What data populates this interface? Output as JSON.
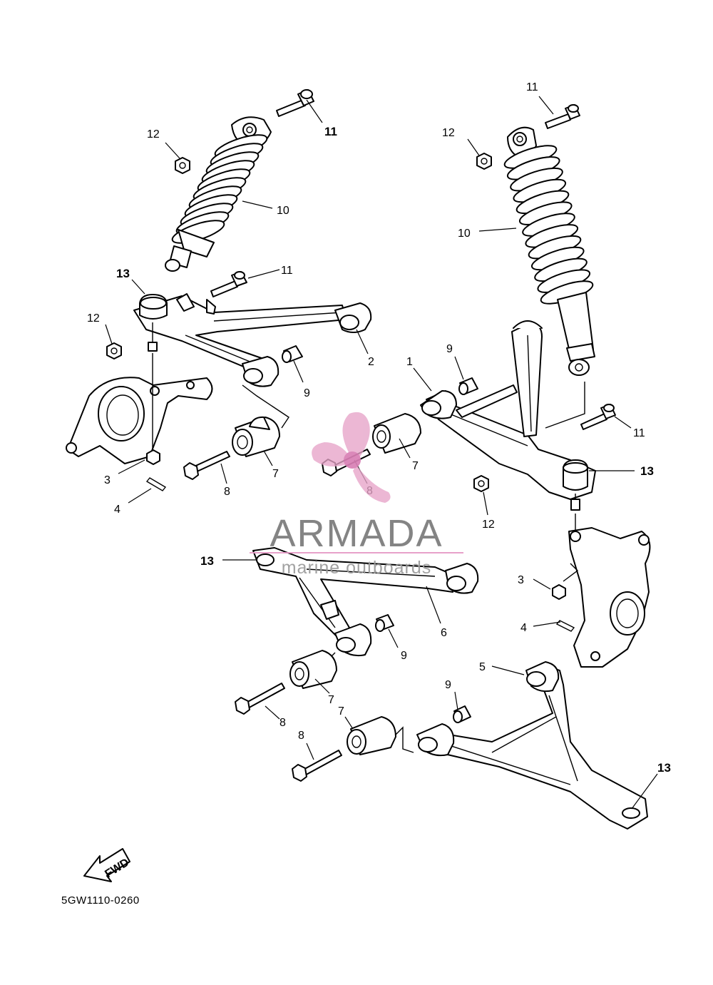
{
  "diagram_code": "5GW1110-0260",
  "fwd_label": "FWD",
  "watermark": {
    "brand": "ARMADA",
    "tagline": "marine outboards",
    "colors": {
      "logo": "#e6a3c8",
      "logo_dark": "#d97fb5",
      "brand_text": "#7a7a7a",
      "tagline_text": "#9a9a9a",
      "line": "#e59ac6"
    }
  },
  "callouts": [
    {
      "id": "c1",
      "text": "1"
    },
    {
      "id": "c2",
      "text": "2"
    },
    {
      "id": "c3a",
      "text": "3"
    },
    {
      "id": "c3b",
      "text": "3"
    },
    {
      "id": "c4a",
      "text": "4"
    },
    {
      "id": "c4b",
      "text": "4"
    },
    {
      "id": "c5",
      "text": "5"
    },
    {
      "id": "c6",
      "text": "6"
    },
    {
      "id": "c7a",
      "text": "7"
    },
    {
      "id": "c7b",
      "text": "7"
    },
    {
      "id": "c7c",
      "text": "7"
    },
    {
      "id": "c7d",
      "text": "7"
    },
    {
      "id": "c8a",
      "text": "8"
    },
    {
      "id": "c8b",
      "text": "8"
    },
    {
      "id": "c8c",
      "text": "8"
    },
    {
      "id": "c8d",
      "text": "8"
    },
    {
      "id": "c9a",
      "text": "9"
    },
    {
      "id": "c9b",
      "text": "9"
    },
    {
      "id": "c9c",
      "text": "9"
    },
    {
      "id": "c9d",
      "text": "9"
    },
    {
      "id": "c10a",
      "text": "10"
    },
    {
      "id": "c10b",
      "text": "10"
    },
    {
      "id": "c11a",
      "text": "11"
    },
    {
      "id": "c11b",
      "text": "11"
    },
    {
      "id": "c11c",
      "text": "11"
    },
    {
      "id": "c11d",
      "text": "11"
    },
    {
      "id": "c12a",
      "text": "12"
    },
    {
      "id": "c12b",
      "text": "12"
    },
    {
      "id": "c12c",
      "text": "12"
    },
    {
      "id": "c12d",
      "text": "12"
    },
    {
      "id": "c13a",
      "text": "13"
    },
    {
      "id": "c13b",
      "text": "13"
    },
    {
      "id": "c13c",
      "text": "13"
    },
    {
      "id": "c13d",
      "text": "13"
    }
  ]
}
